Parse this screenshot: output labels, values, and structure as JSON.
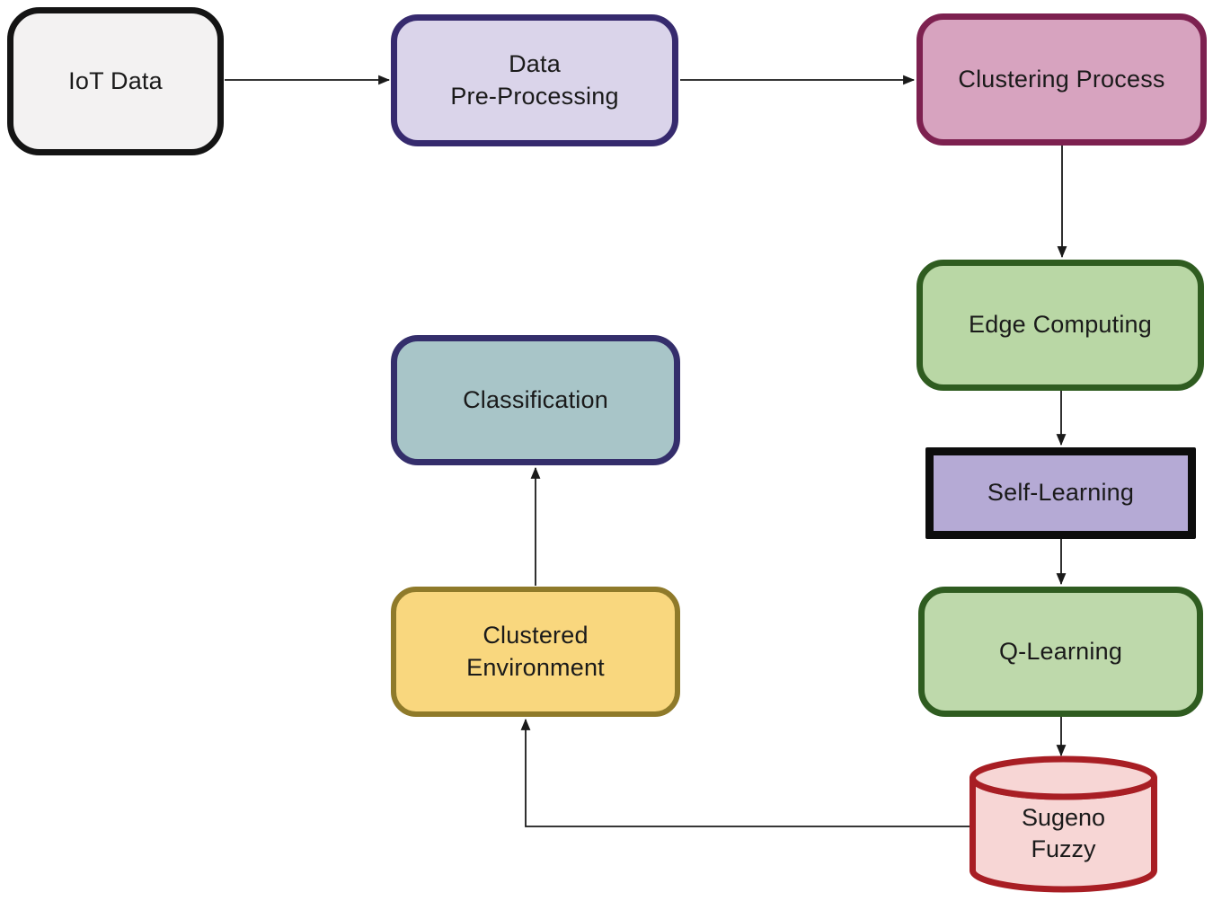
{
  "diagram": {
    "type": "flowchart",
    "background": "#ffffff",
    "edge_color": "#1a1a1a",
    "text_color": "#1a1a1a",
    "nodes": {
      "iot_data": {
        "label": "IoT Data",
        "shape": "rounded-rect",
        "fill": "#f3f2f2",
        "border": "#141414"
      },
      "data_pre_processing": {
        "label": "Data\nPre-Processing",
        "shape": "rounded-rect",
        "fill": "#dad4ea",
        "border": "#362a6e"
      },
      "clustering_process": {
        "label": "Clustering Process",
        "shape": "rounded-rect",
        "fill": "#d7a3bf",
        "border": "#7d2150"
      },
      "edge_computing": {
        "label": "Edge Computing",
        "shape": "rounded-rect",
        "fill": "#b9d7a5",
        "border": "#2f5c20"
      },
      "self_learning": {
        "label": "Self-Learning",
        "shape": "rect",
        "fill": "#b5aad5",
        "border": "#0d0d0d"
      },
      "q_learning": {
        "label": "Q-Learning",
        "shape": "rounded-rect",
        "fill": "#bed9ab",
        "border": "#2f5c20"
      },
      "sugeno_fuzzy": {
        "label": "Sugeno\nFuzzy",
        "shape": "cylinder",
        "fill": "#f7d6d5",
        "border": "#a81e24"
      },
      "clustered_environment": {
        "label": "Clustered\nEnvironment",
        "shape": "rounded-rect",
        "fill": "#f9d77e",
        "border": "#8f7a2a"
      },
      "classification": {
        "label": "Classification",
        "shape": "rounded-rect",
        "fill": "#a8c5c8",
        "border": "#342e6b"
      }
    },
    "edges": [
      {
        "from": "IoT Data",
        "to": "Data Pre-Processing"
      },
      {
        "from": "Data Pre-Processing",
        "to": "Clustering Process"
      },
      {
        "from": "Clustering Process",
        "to": "Edge Computing"
      },
      {
        "from": "Edge Computing",
        "to": "Self-Learning"
      },
      {
        "from": "Self-Learning",
        "to": "Q-Learning"
      },
      {
        "from": "Q-Learning",
        "to": "Sugeno Fuzzy"
      },
      {
        "from": "Sugeno Fuzzy",
        "to": "Clustered Environment"
      },
      {
        "from": "Clustered Environment",
        "to": "Classification"
      }
    ]
  }
}
